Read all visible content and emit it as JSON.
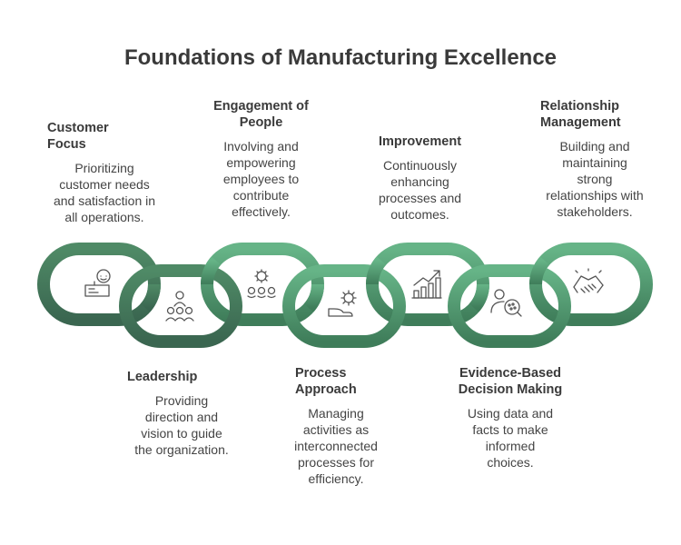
{
  "title": "Foundations of Manufacturing Excellence",
  "colors": {
    "link_dark": "#3f6e54",
    "link_mid": "#4f8a66",
    "link_light": "#5fae7e",
    "link_inner": "#ffffff",
    "icon": "#555555"
  },
  "items": [
    {
      "title": "Customer\nFocus",
      "description": "Prioritizing\ncustomer needs\nand satisfaction in\nall operations.",
      "icon": "customer-service-icon"
    },
    {
      "title": "Leadership",
      "description": "Providing\ndirection and\nvision to guide\nthe organization.",
      "icon": "team-leader-icon"
    },
    {
      "title": "Engagement of\nPeople",
      "description": "Involving and\nempowering\nemployees to\ncontribute\neffectively.",
      "icon": "people-gear-icon"
    },
    {
      "title": "Process\nApproach",
      "description": "Managing\nactivities as\ninterconnected\nprocesses for\nefficiency.",
      "icon": "hand-gear-icon"
    },
    {
      "title": "Improvement",
      "description": "Continuously\nenhancing\nprocesses and\noutcomes.",
      "icon": "growth-chart-icon"
    },
    {
      "title": "Evidence-Based\nDecision Making",
      "description": "Using data and\nfacts to make\ninformed\nchoices.",
      "icon": "data-analysis-icon"
    },
    {
      "title": "Relationship\nManagement",
      "description": "Building and\nmaintaining\nstrong\nrelationships with\nstakeholders.",
      "icon": "handshake-icon"
    }
  ]
}
